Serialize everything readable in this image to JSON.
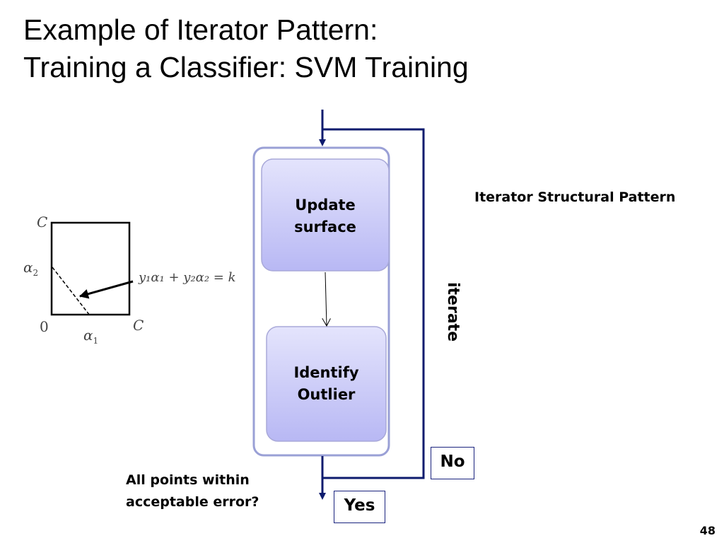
{
  "slide": {
    "title_line1": "Example of Iterator Pattern:",
    "title_line2": "Training a Classifier: SVM Training",
    "page_number": "48"
  },
  "flow": {
    "box1_line1": "Update",
    "box1_line2": "surface",
    "box2_line1": "Identify",
    "box2_line2": "Outlier",
    "loop_label": "iterate",
    "no_label": "No",
    "yes_label": "Yes",
    "question_line1": "All points within",
    "question_line2": "acceptable error?",
    "pattern_label": "Iterator Structural Pattern"
  },
  "svm_plot": {
    "c_top": "C",
    "alpha2": "α",
    "alpha2_sub": "2",
    "origin": "0",
    "c_right": "C",
    "alpha1": "α",
    "alpha1_sub": "1",
    "equation": "y₁α₁ + y₂α₂ = k"
  },
  "colors": {
    "arrow_navy": "#0d1b6e",
    "box_fill_top": "#e2e2fb",
    "box_fill_bottom": "#babaf5",
    "container_border": "#9aa0d6"
  }
}
